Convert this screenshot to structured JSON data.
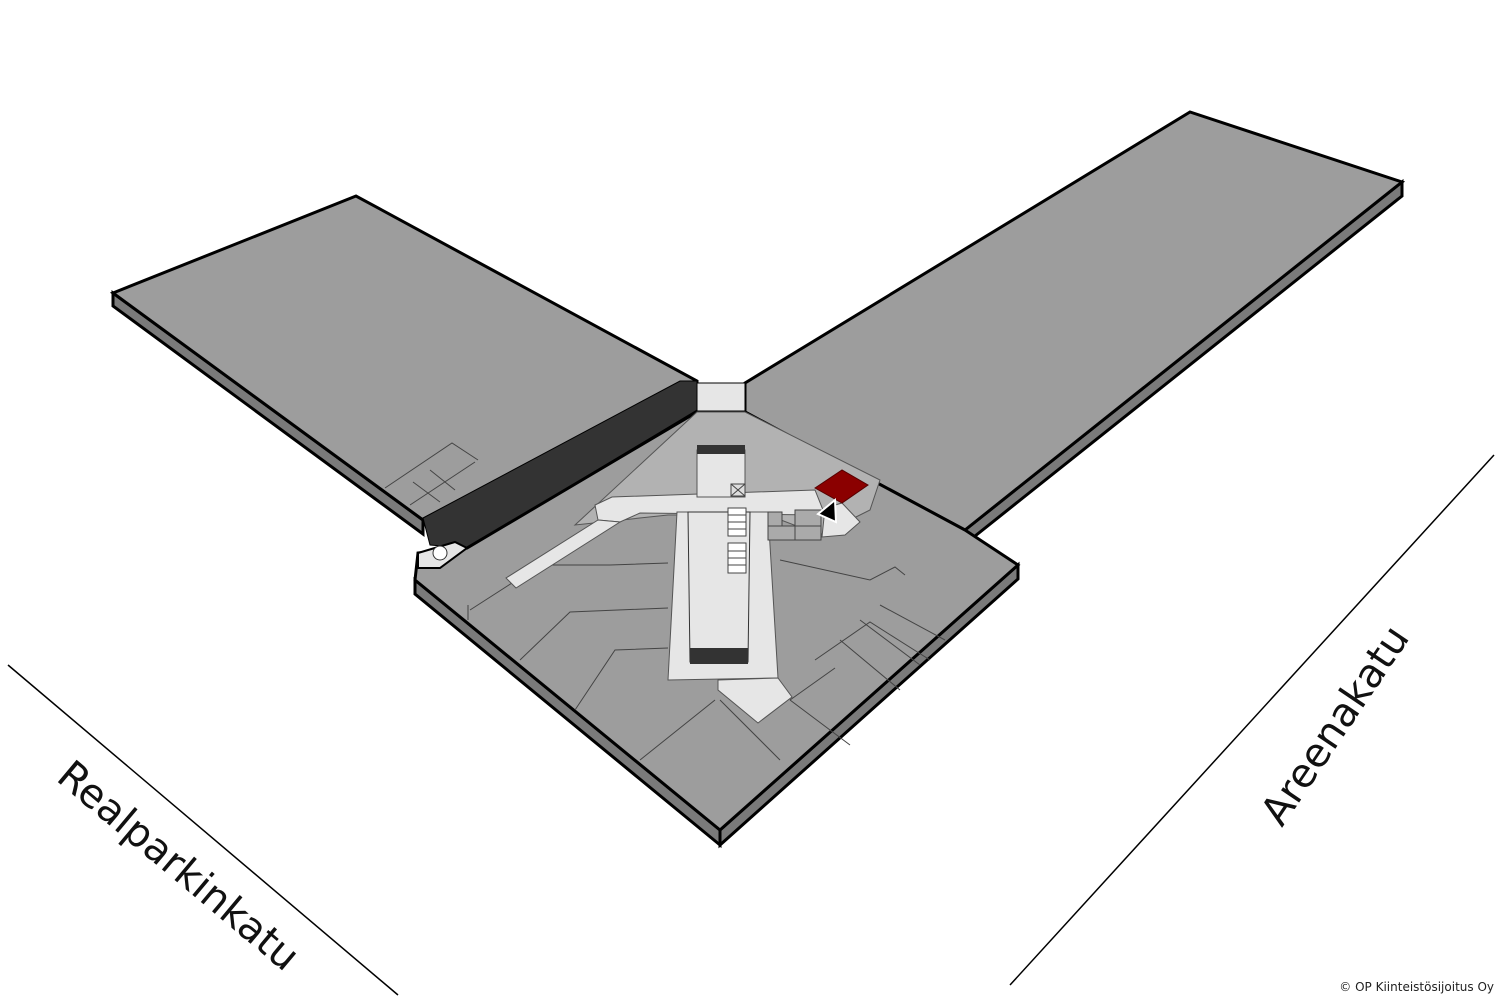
{
  "streets": {
    "left": "Realparkinkatu",
    "right": "Areenakatu"
  },
  "copyright": "© OP Kiinteistösijoitus Oy",
  "colors": {
    "floor": "#9d9d9d",
    "floor_light": "#b2b2b2",
    "corridor": "#e6e6e6",
    "dark_area": "#333333",
    "highlight": "#8b0000",
    "outline": "#000000"
  },
  "icons": {
    "location_marker": "triangle-pointer-icon"
  }
}
